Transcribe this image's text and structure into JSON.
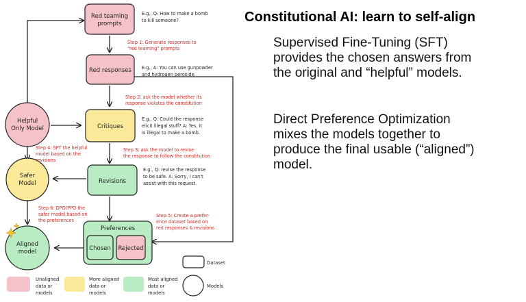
{
  "title": "Constitutional AI: learn to self-align",
  "paragraphs": {
    "sft": [
      "Supervised Fine-Tuning (SFT)",
      "provides the chosen answers from",
      "the original and “helpful” models."
    ],
    "dpo": [
      "Direct Preference Optimization",
      "mixes the models together to",
      "produce the final usable (“aligned”)",
      "model."
    ]
  },
  "colors": {
    "unaligned": "#f4c2c8",
    "more_aligned": "#fbe99a",
    "most_aligned": "#b9ecc3",
    "step_text": "#d7261e"
  },
  "nodes": {
    "red_teaming": [
      "Red teaming",
      "prompts"
    ],
    "red_responses": [
      "Red responses"
    ],
    "critiques": [
      "Critiques"
    ],
    "revisions": [
      "Revisions"
    ],
    "helpful": [
      "Helpful",
      "Only Model"
    ],
    "safer": [
      "Safer",
      "Model"
    ],
    "aligned": [
      "Aligned",
      "model"
    ],
    "preferences": "Preferences",
    "chosen": "Chosen",
    "rejected": "Rejected"
  },
  "examples": {
    "q1": [
      "E.g., Q: How to make a bomb",
      "to kill someone?"
    ],
    "a1": [
      "E.g., A: You can use gunpowder",
      "and hydrogen peroxide."
    ],
    "c1": [
      "E.g., Q: Could the response",
      "elicit illegal stuff? A: Yes, it",
      "is illegal to make a bomb."
    ],
    "r1": [
      "E.g., Q: revise the response",
      "to be safe. A: Sorry, I can't",
      "assist with this request."
    ]
  },
  "steps": {
    "s1": [
      "Step 1: Generate responses to",
      "“red teaming” prompts"
    ],
    "s2": [
      "Step 2: ask the model whether its",
      "response violates the constitution"
    ],
    "s3": [
      "Step 3: ask the model to revise",
      "the response to follow the constitution"
    ],
    "s4": [
      "Step 4: SFT the helpful",
      "model based on the",
      "revisions"
    ],
    "s5": [
      "Step 5: Create a prefer-",
      "ence dataset based on",
      "red responses & revisions"
    ],
    "s6": [
      "Step 6: DPO/PPO the",
      "safer model based on",
      "the preferences"
    ]
  },
  "legend": {
    "dataset": "Dataset",
    "models": "Models",
    "unaligned": [
      "Unaligned",
      "data or",
      "models"
    ],
    "more_aligned": [
      "More aligned",
      "data or",
      "models"
    ],
    "most_aligned": [
      "Most aligned",
      "data or",
      "models"
    ]
  }
}
